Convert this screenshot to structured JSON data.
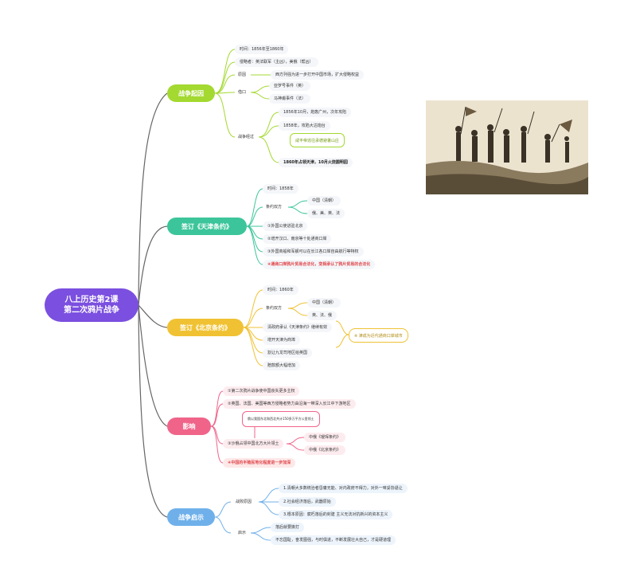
{
  "root": {
    "line1": "八上历史第2课",
    "line2": "第二次鸦片战争"
  },
  "b1": {
    "label": "战争起因",
    "time": "时间：1856年至1860年",
    "aggressor": "侵略者：英法联军（主凶），美俄（帮凶）",
    "cause_label": "原因",
    "cause_text": "西方列强为进一步打开中国市场，扩大侵略权益",
    "excuse_label": "借口",
    "excuse_1": "亚罗号事件（英）",
    "excuse_2": "马神甫事件（法）",
    "process_label": "战争经过",
    "process_1": "1856年10月，炮轰广州，次年攻陷",
    "process_2": "1858年，攻陷大沽炮台",
    "callout": "咸丰帝逃往承德避暑山庄",
    "process_3": "1860年占领天津，10月火烧圆明园"
  },
  "b2": {
    "label": "签订《天津条约》",
    "time": "时间：1858年",
    "parties_label": "条约双方",
    "party_china": "中国（清朝）",
    "party_foreign": "俄、美、英、法",
    "c1": "①外国公使进驻北京",
    "c2": "②增开汉口、南京等十处通商口岸",
    "c3": "③外国商船和军舰可以在长江各口岸自由航行等特权",
    "c4": "④通商口岸鸦片贸易合法化，变相承认了鸦片贸易的合法化"
  },
  "b3": {
    "label": "签订《北京条约》",
    "time": "时间：1860年",
    "parties_label": "条约双方",
    "party_china": "中国（清朝）",
    "party_foreign": "英、法、俄",
    "c1": "清政府承认《天津条约》继续有效",
    "c2": "增开天津为商埠",
    "c3": "割让九龙司地区给英国",
    "c4": "赔款额大幅增加",
    "callout": "※ 津成为近代通商口岸城市"
  },
  "b4": {
    "label": "影响",
    "e1": "①第二次鸦片战争使中国丧失更多主权",
    "e2": "②英国、法国、美国等西方侵略者势力由沿海一带深入长江中下游地区",
    "callout": "俄以我国东北和西北共计150多万平方公里领土",
    "e3": "③沙俄占领中国北方大片领土",
    "t1": "中俄《瑷珲条约》",
    "t2": "中俄《北京条约》",
    "e4": "④中国的半殖民地化程度进一步加深"
  },
  "b5": {
    "label": "战争启示",
    "fail_label": "战败原因",
    "f1": "1.清朝大多数统治者昏庸无能、对内政府不得力，对外一味妥协退让",
    "f2": "2.社会经济落后，武器原始",
    "f3": "3.根本原因：腐朽落后的封建 主义无法对抗新兴的资本主义",
    "lesson_label": "启示",
    "l1": "落后就要挨打",
    "l2": "不忘国耻，奋发图强，与时俱进，不断发展壮大自己，才是硬道理"
  },
  "colors": {
    "root": "#7b4fe0",
    "b1": "#a3d930",
    "b2": "#3cc59a",
    "b3": "#f0c233",
    "b4": "#f0648a",
    "b5": "#6fb0ea"
  },
  "image": {
    "alt_icon": "battle-engraving-image"
  }
}
